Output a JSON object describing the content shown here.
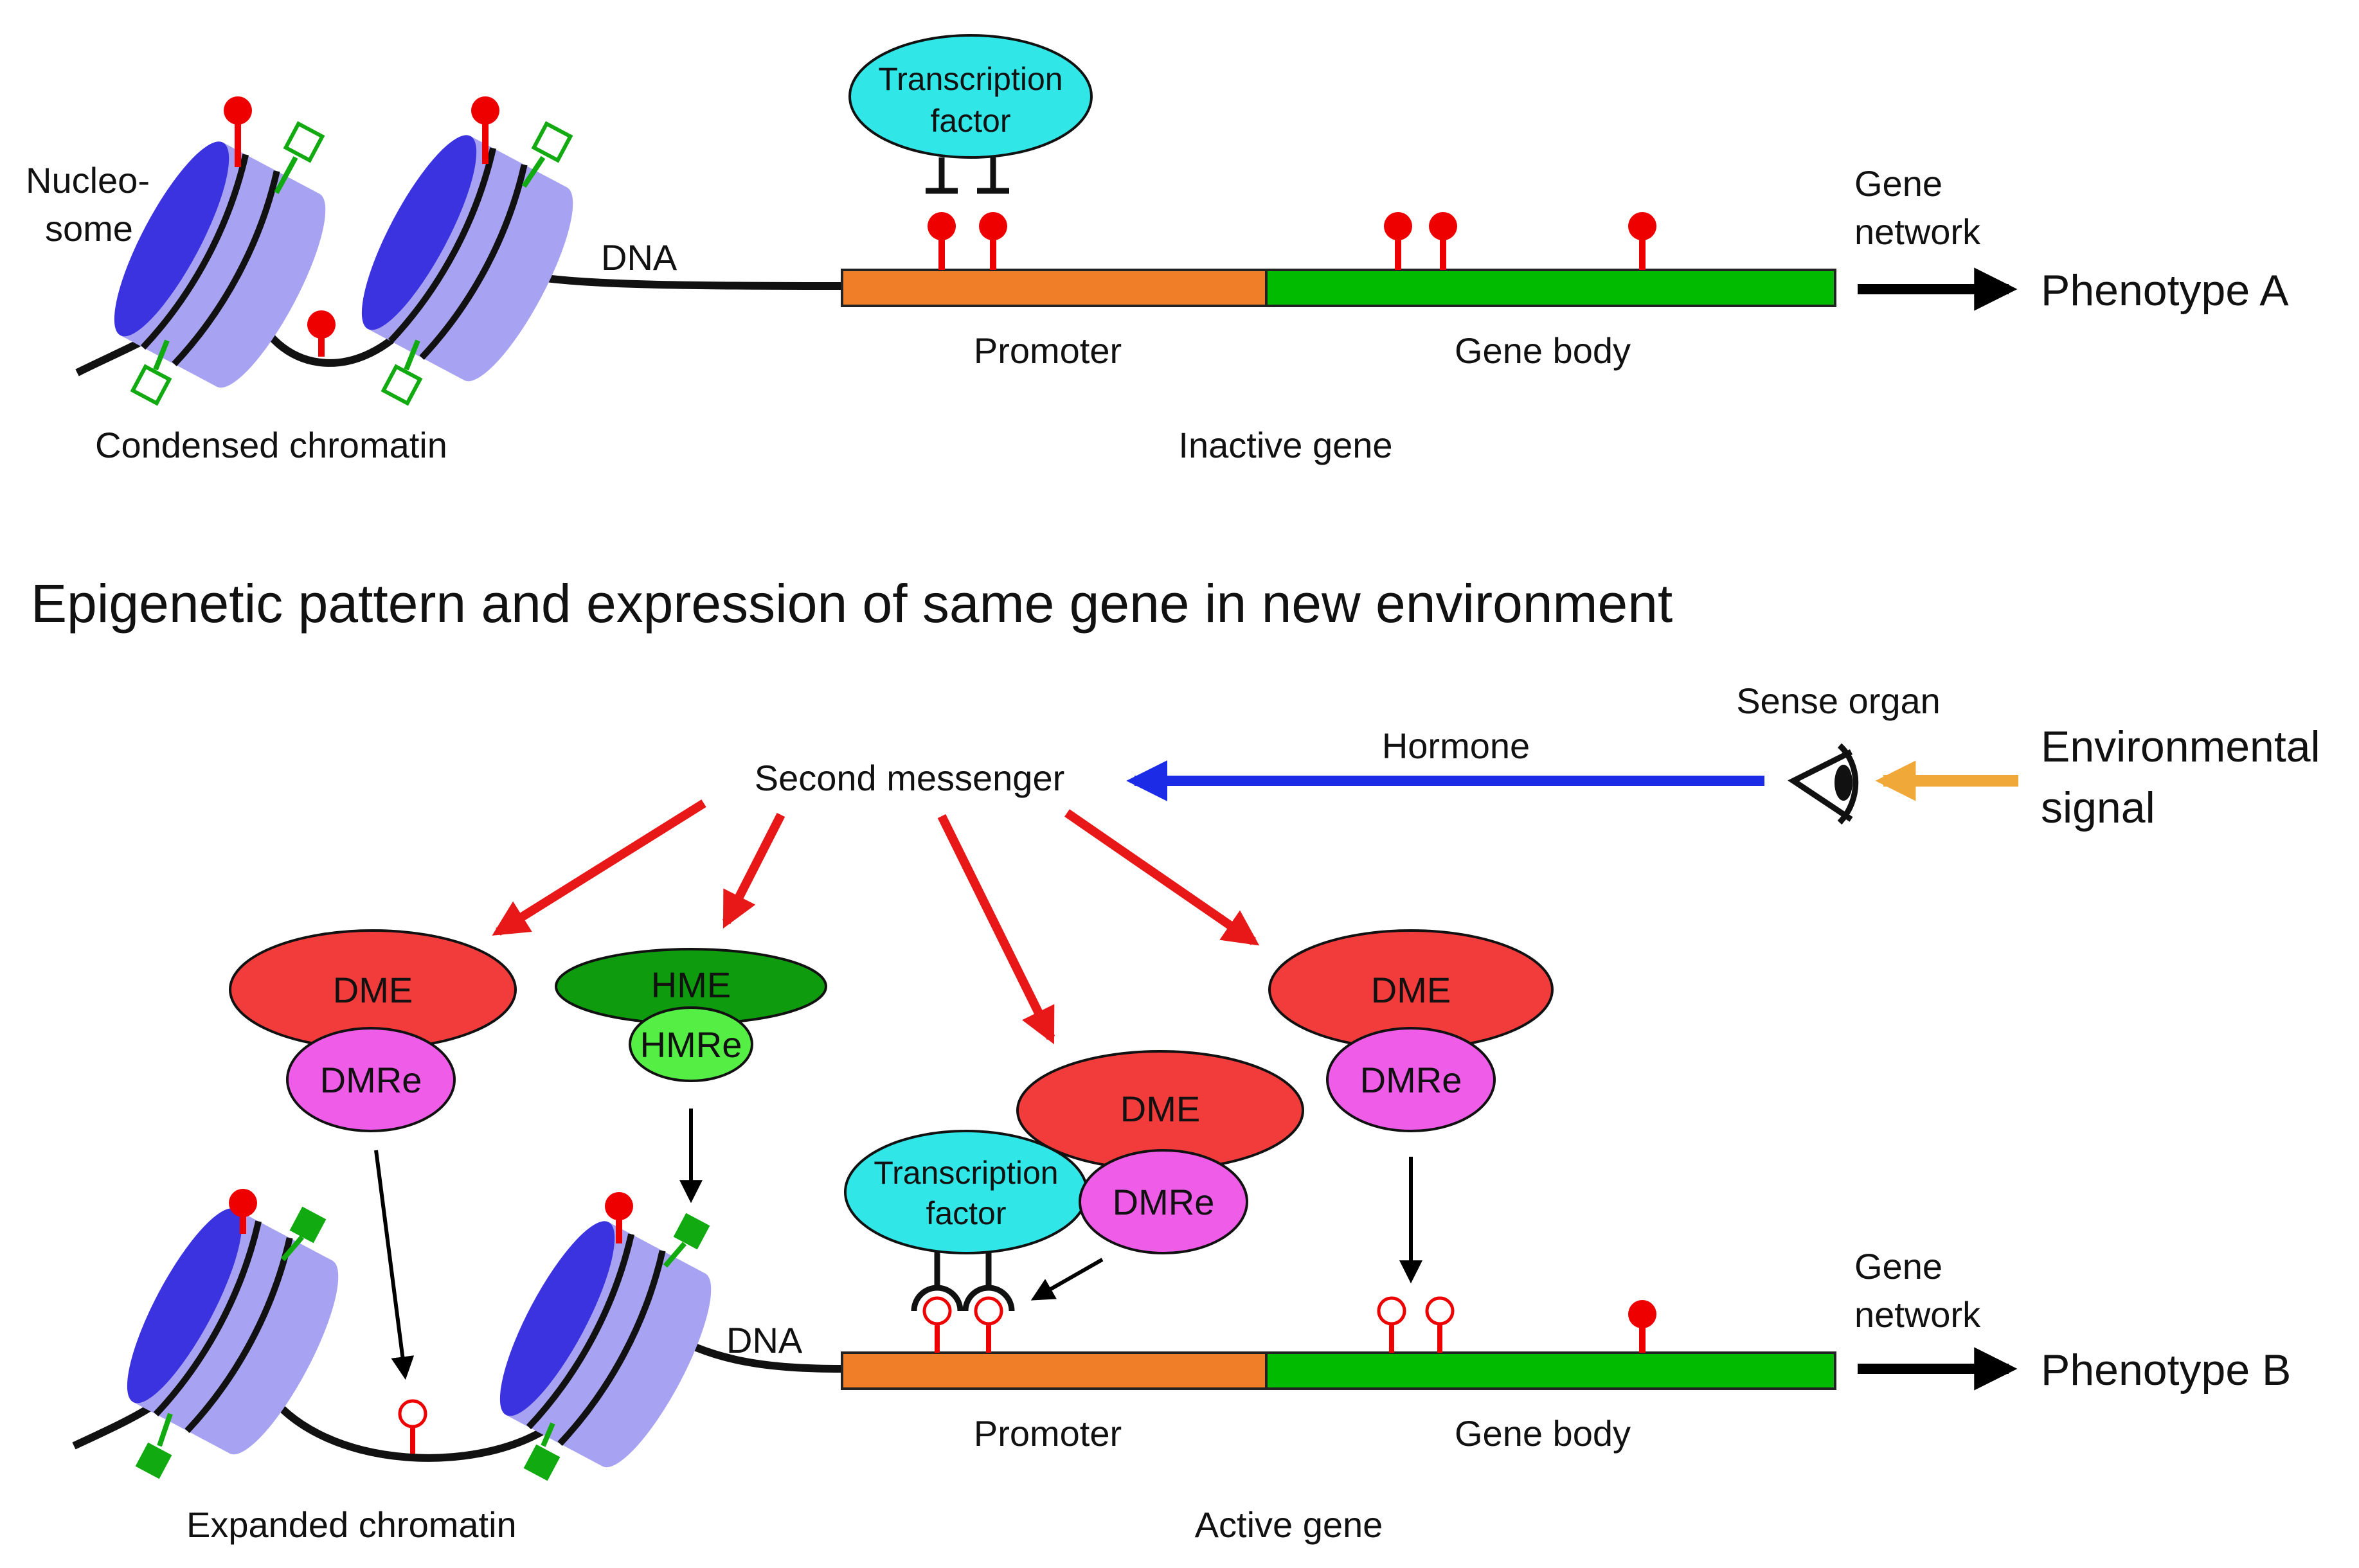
{
  "colors": {
    "promoter": "#f07d28",
    "gene_body": "#00bb00",
    "nucleosome": "#a7a3f2",
    "nucleosome_face": "#3c33e0",
    "methyl": "#ee0000",
    "tf": "#30e6e6",
    "dme": "#f23c3c",
    "dmre": "#ee5ce8",
    "hme": "#0e9c0e",
    "hmre": "#55ee44",
    "hormone_arrow": "#1c2ce6",
    "signal_arrow": "#f0a838",
    "cascade_arrow": "#e81818"
  },
  "top": {
    "nucleosome_label": [
      "Nucleo-",
      "some"
    ],
    "dna_label": "DNA",
    "transcription_factor": [
      "Transcription",
      "factor"
    ],
    "promoter_label": "Promoter",
    "gene_body_label": "Gene body",
    "chromatin_label": "Condensed chromatin",
    "gene_state_label": "Inactive gene",
    "gene_network_label": [
      "Gene",
      "network"
    ],
    "phenotype_label": "Phenotype  A"
  },
  "section_title": "Epigenetic pattern and expression of same gene in new environment",
  "bottom": {
    "second_messenger": "Second messenger",
    "hormone": "Hormone",
    "sense_organ": "Sense organ",
    "environmental_signal": [
      "Environmental",
      "signal"
    ],
    "dme_left": "DME",
    "dmre_left": "DMRe",
    "hme": "HME",
    "hmre": "HMRe",
    "dme_center": "DME",
    "dmre_center": "DMRe",
    "transcription_factor": [
      "Transcription",
      "factor"
    ],
    "dme_right": "DME",
    "dmre_right": "DMRe",
    "dna_label": "DNA",
    "promoter_label": "Promoter",
    "gene_body_label": "Gene body",
    "chromatin_label": "Expanded chromatin",
    "gene_state_label": "Active gene",
    "gene_network_label": [
      "Gene",
      "network"
    ],
    "phenotype_label": "Phenotype  B"
  }
}
